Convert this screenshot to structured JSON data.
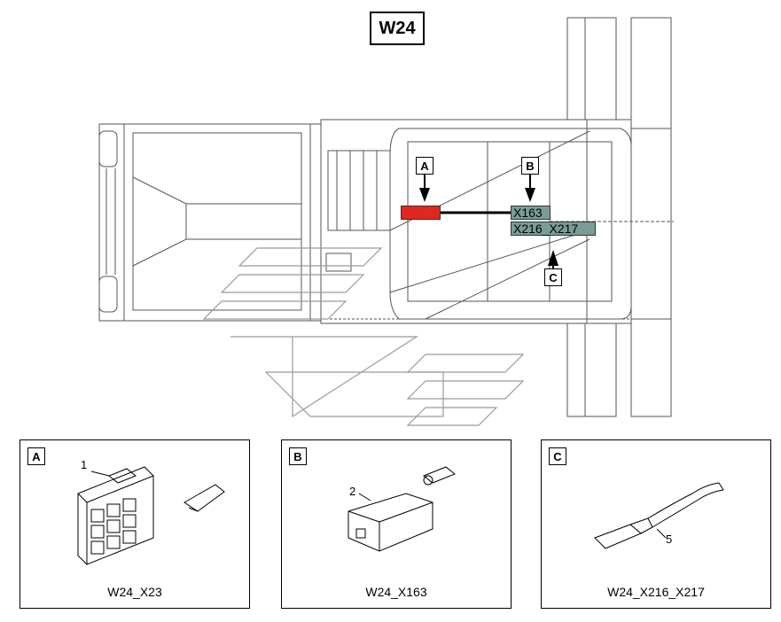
{
  "title": "W24",
  "markers": {
    "a": "A",
    "b": "B",
    "c": "C"
  },
  "connectors": {
    "x23": "X23",
    "x163": "X163",
    "x216": "X216_X217"
  },
  "panels": [
    {
      "tag": "A",
      "number": "1",
      "caption": "W24_X23"
    },
    {
      "tag": "B",
      "number": "2",
      "caption": "W24_X163"
    },
    {
      "tag": "C",
      "number": "5",
      "caption": "W24_X216_X217"
    }
  ],
  "colors": {
    "x23_fill": "#e0281e",
    "teal_fill": "#7a9c96"
  }
}
